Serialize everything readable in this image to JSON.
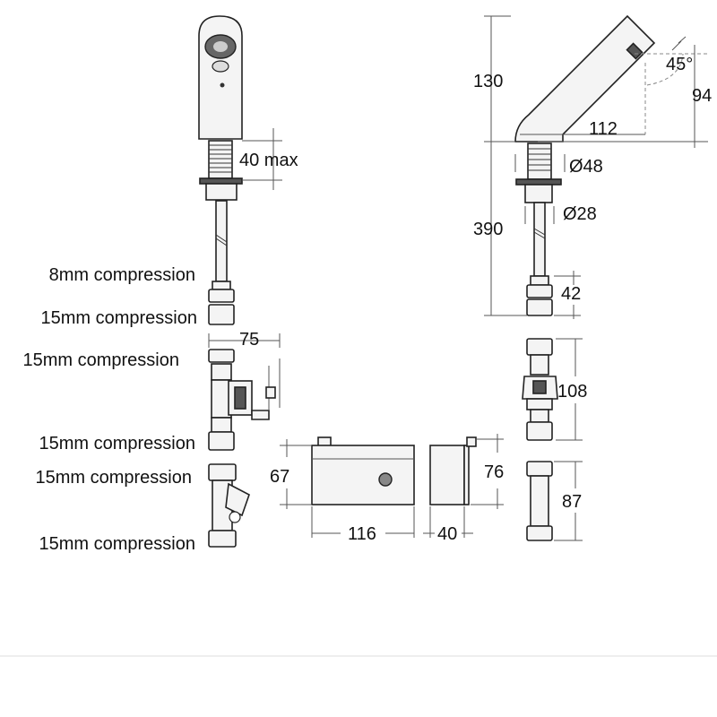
{
  "labels": {
    "conn_8mm": "8mm compression",
    "conn_15mm_a": "15mm compression",
    "conn_15mm_b": "15mm compression",
    "conn_15mm_c": "15mm compression",
    "conn_15mm_d": "15mm compression",
    "conn_15mm_e": "15mm compression"
  },
  "dimensions": {
    "deck_thickness": "40 max",
    "spout_height": "130",
    "body_height": "390",
    "spout_reach": "112",
    "outlet_height": "94",
    "spout_angle": "45°",
    "base_diameter": "Ø48",
    "shank_diameter": "Ø28",
    "connector_length": "42",
    "valve_width": "75",
    "valve_height": "108",
    "box_height": "67",
    "box_width": "116",
    "box_depth": "40",
    "box_side_height": "76",
    "filter_height": "87"
  }
}
